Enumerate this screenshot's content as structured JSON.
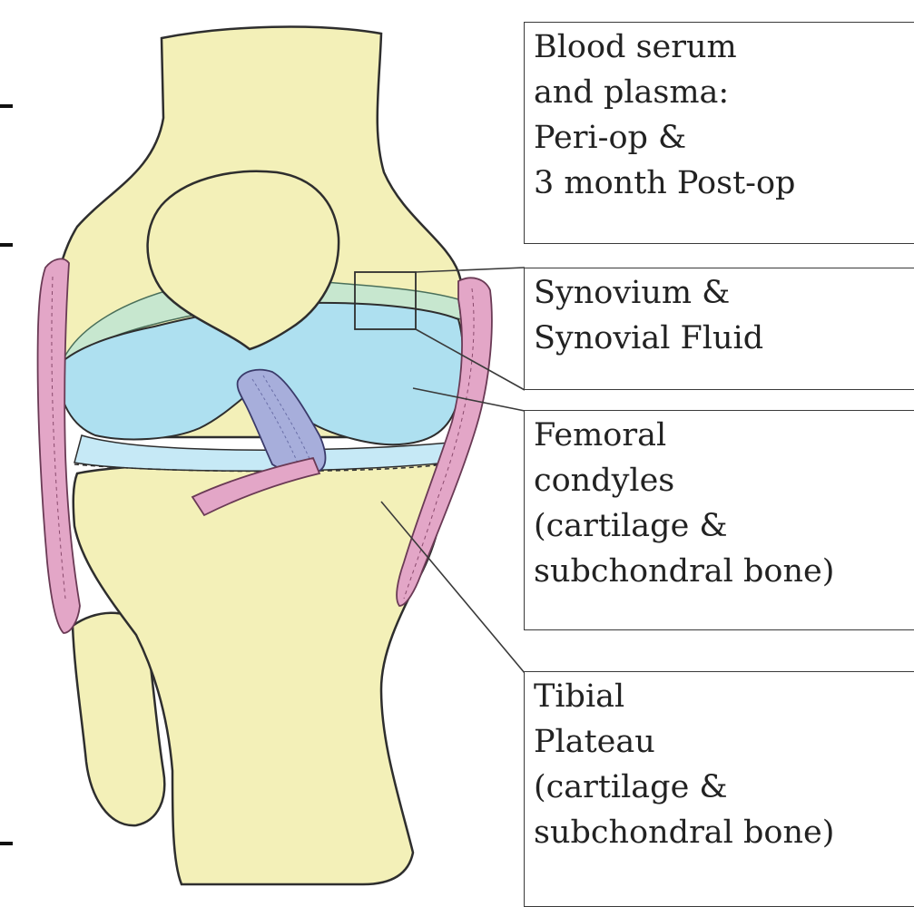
{
  "colors": {
    "bone": "#f3f0b8",
    "cartilage_blue": "#aee0f0",
    "synovium_green": "#c7e7cf",
    "ligament_pink": "#e3a6c7",
    "ligament_blue": "#a7aedb",
    "outline": "#2e2e2e",
    "box_border": "#3a3a3a"
  },
  "labels": {
    "blood": [
      "Blood serum",
      "and plasma:",
      "Peri-op &",
      "3 month Post-op"
    ],
    "synovium": [
      "Synovium &",
      "Synovial Fluid"
    ],
    "femoral": [
      "Femoral",
      "condyles",
      "(cartilage &",
      "subchondral bone)"
    ],
    "tibial": [
      "Tibial",
      "Plateau",
      "(cartilage &",
      "subchondral bone)"
    ]
  }
}
